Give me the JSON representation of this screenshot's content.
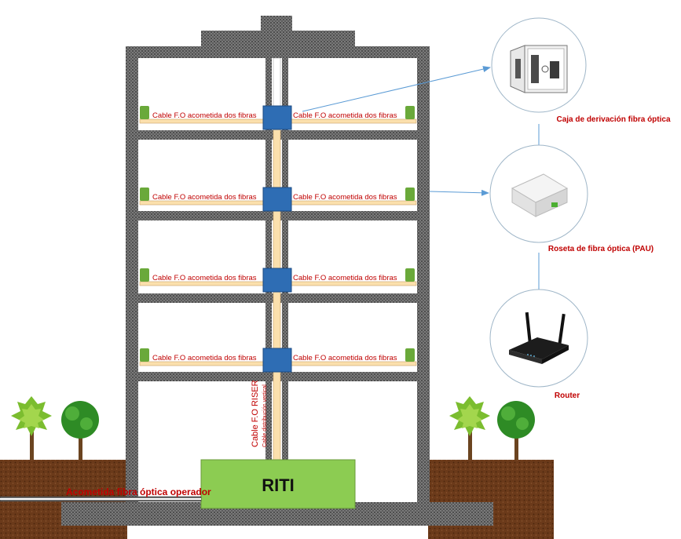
{
  "building": {
    "floor_cable_label": "Cable F.O acometida dos fibras",
    "floor_count": 4,
    "riser_label": "Cable F.O RISER",
    "riser_sublabel": "Cable distribución vertical",
    "riti_label": "RITI",
    "operator_label": "Acometida fibra óptica operador"
  },
  "devices": {
    "distribution_box": "Caja de derivación fibra óptica",
    "rosette": "Roseta de fibra óptica (PAU)",
    "router": "Router"
  },
  "colors": {
    "wall": "#6d6d6d",
    "soil": "#6b3a1a",
    "riti": "#8ccc52",
    "riser_box": "#2e6db4",
    "cable": "#fbe0ad",
    "outlet": "#6aa93a",
    "label_red": "#c00000",
    "arrow": "#5b9bd5"
  }
}
